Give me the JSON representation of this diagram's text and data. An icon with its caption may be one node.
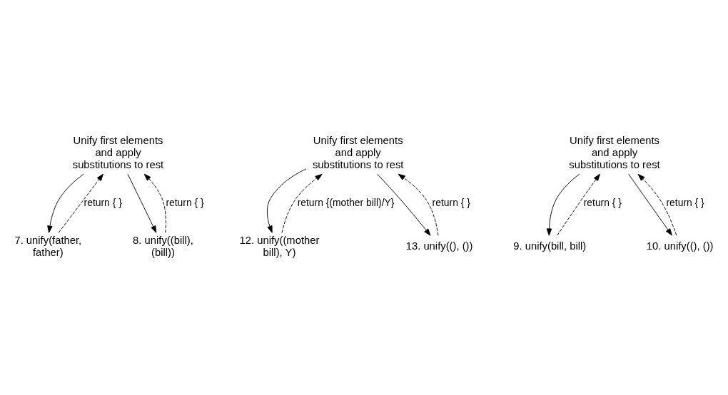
{
  "diagram": {
    "nodes": [
      {
        "text": [
          "Unify first elements and apply substitutions to rest"
        ]
      },
      {
        "text": [
          "7. unify(father, father)"
        ]
      },
      {
        "text": [
          "8. unify((bill), (bill))"
        ]
      },
      {
        "text": [
          "Unify first elements and apply substitutions to rest"
        ]
      },
      {
        "text": [
          "12. unify((mother bill), Y)"
        ]
      },
      {
        "text": [
          "13. unify((), ())"
        ]
      },
      {
        "text": [
          "Unify first elements and apply substitutions to rest"
        ]
      },
      {
        "text": [
          "9. unify(bill, bill)"
        ]
      },
      {
        "text": [
          "10. unify((), ())"
        ]
      }
    ],
    "edges": [
      {
        "from": 0,
        "to": 1,
        "arrow": "to"
      },
      {
        "from": 1,
        "to": 0,
        "arrow": "to",
        "style": "dashed",
        "label": "return { }"
      },
      {
        "from": 0,
        "to": 2,
        "arrow": "to"
      },
      {
        "from": 2,
        "to": 0,
        "arrow": "to",
        "style": "dashed",
        "label": "return { }"
      },
      {
        "from": 3,
        "to": 4,
        "arrow": "to"
      },
      {
        "from": 4,
        "to": 3,
        "arrow": "to",
        "style": "dashed",
        "label": "return {(mother bill)/Y}"
      },
      {
        "from": 3,
        "to": 5,
        "arrow": "to"
      },
      {
        "from": 5,
        "to": 3,
        "arrow": "to",
        "style": "dashed",
        "label": "return { }"
      },
      {
        "from": 6,
        "to": 7,
        "arrow": "to"
      },
      {
        "from": 7,
        "to": 6,
        "arrow": "to",
        "style": "dashed",
        "label": "return { }"
      },
      {
        "from": 6,
        "to": 8,
        "arrow": "to"
      },
      {
        "from": 8,
        "to": 6,
        "arrow": "to",
        "style": "dashed",
        "label": "return { }"
      }
    ]
  }
}
